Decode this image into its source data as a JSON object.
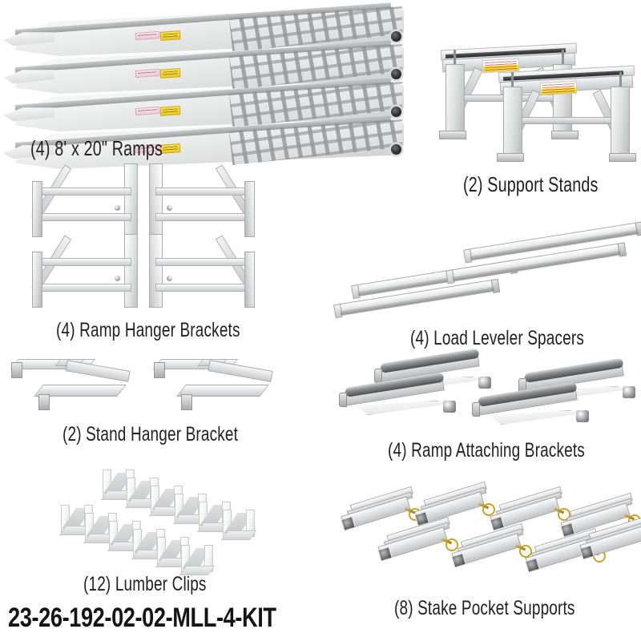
{
  "product": {
    "sku": "23-26-192-02-02-MLL-4-KIT",
    "background_color": "#ffffff",
    "label_color": "#231f20"
  },
  "components": [
    {
      "id": "ramps",
      "quantity": 4,
      "label": "(4) 8' x 20\" Ramps",
      "name": "Ramps",
      "dimensions": "8' x 20\"",
      "item_count_rendered": 4,
      "arrangement": "stacked-diagonal",
      "sticker_colors": [
        "#f4c9d6",
        "#f2c816"
      ]
    },
    {
      "id": "support-stands",
      "quantity": 2,
      "label": "(2) Support Stands",
      "name": "Support Stands",
      "item_count_rendered": 2,
      "arrangement": "side-by-side-offset"
    },
    {
      "id": "ramp-hanger-brackets",
      "quantity": 4,
      "label": "(4) Ramp Hanger Brackets",
      "name": "Ramp Hanger Brackets",
      "item_count_rendered": 4,
      "arrangement": "two-by-two-mirrored"
    },
    {
      "id": "load-leveler-spacers",
      "quantity": 4,
      "label": "(4) Load Leveler Spacers",
      "name": "Load Leveler Spacers",
      "item_count_rendered": 4,
      "arrangement": "staggered-diagonal-bars"
    },
    {
      "id": "stand-hanger-bracket",
      "quantity": 2,
      "label": "(2) Stand Hanger Bracket",
      "name": "Stand Hanger Bracket",
      "item_count_rendered": 2,
      "arrangement": "side-by-side"
    },
    {
      "id": "ramp-attaching-brackets",
      "quantity": 4,
      "label": "(4) Ramp Attaching Brackets",
      "name": "Ramp Attaching Brackets",
      "item_count_rendered": 4,
      "arrangement": "staggered-pairs"
    },
    {
      "id": "lumber-clips",
      "quantity": 12,
      "label": "(12) Lumber Clips",
      "name": "Lumber Clips",
      "item_count_rendered": 12,
      "arrangement": "two-rows-of-six"
    },
    {
      "id": "stake-pocket-supports",
      "quantity": 8,
      "label": "(8) Stake Pocket Supports",
      "name": "Stake Pocket Supports",
      "item_count_rendered": 8,
      "arrangement": "two-rows-staggered",
      "pin_color": "#c9a227"
    }
  ]
}
